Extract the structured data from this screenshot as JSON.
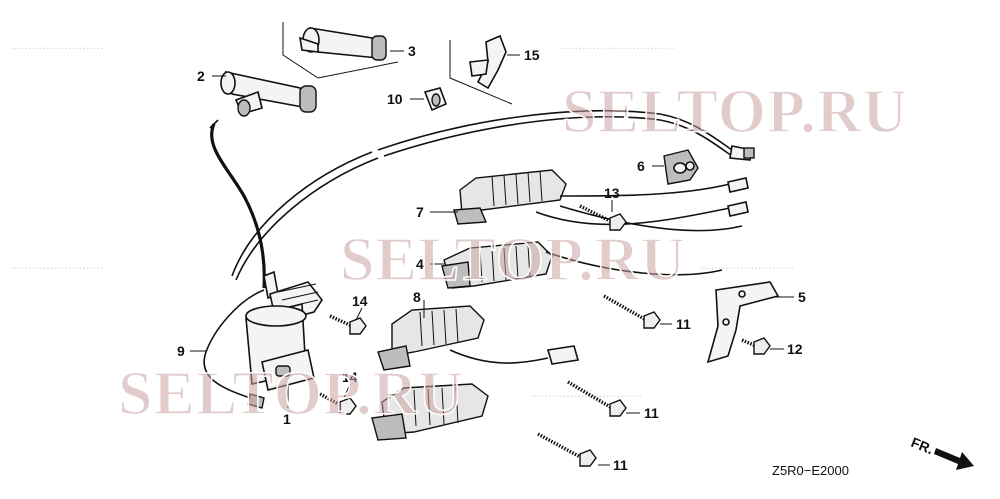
{
  "diagram": {
    "callouts": [
      "1",
      "2",
      "3",
      "4",
      "5",
      "6",
      "7",
      "8",
      "9",
      "10",
      "11",
      "11",
      "11",
      "12",
      "13",
      "14",
      "14",
      "15"
    ],
    "drawing_code": "Z5R0−E2000",
    "direction_label": "FR.",
    "watermark": "SELTOP.RU"
  }
}
